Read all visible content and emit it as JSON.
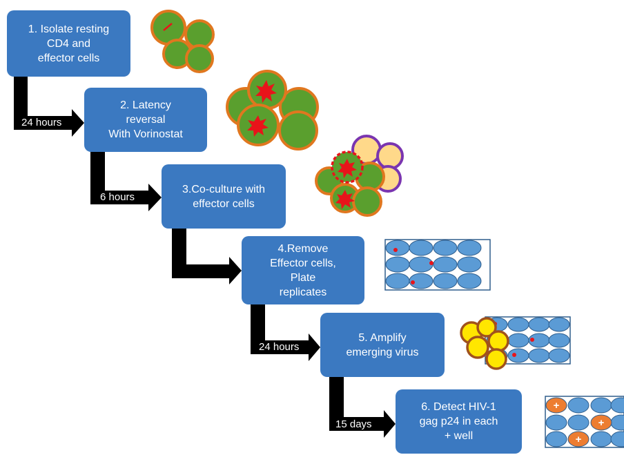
{
  "steps": [
    {
      "lines": [
        "1. Isolate resting",
        "CD4 and",
        "effector cells"
      ]
    },
    {
      "lines": [
        "2. Latency",
        "reversal",
        "With Vorinostat"
      ]
    },
    {
      "lines": [
        "3.Co-culture  with",
        "effector cells"
      ]
    },
    {
      "lines": [
        "4.Remove",
        "Effector cells,",
        "Plate",
        "replicates"
      ]
    },
    {
      "lines": [
        "5. Amplify",
        "emerging virus"
      ]
    },
    {
      "lines": [
        "6. Detect HIV-1",
        "gag p24 in each",
        "+ well"
      ]
    }
  ],
  "arrows": [
    "24 hours",
    "6 hours",
    "",
    "24 hours",
    "15 days"
  ],
  "positive_well_symbol": "+",
  "colors": {
    "box": "#3b79c1",
    "arrow": "#000000",
    "cell_green": "#5a9f2e",
    "cell_border": "#e0771f",
    "effector_fill": "#ffd98a",
    "effector_border": "#7a35b0",
    "virus_red": "#e8141a",
    "well_blue": "#5b9bd5",
    "well_border": "#2e5d8c",
    "amplify_yellow": "#ffe600",
    "amplify_border": "#a0521c",
    "positive_orange": "#ed7d31"
  }
}
